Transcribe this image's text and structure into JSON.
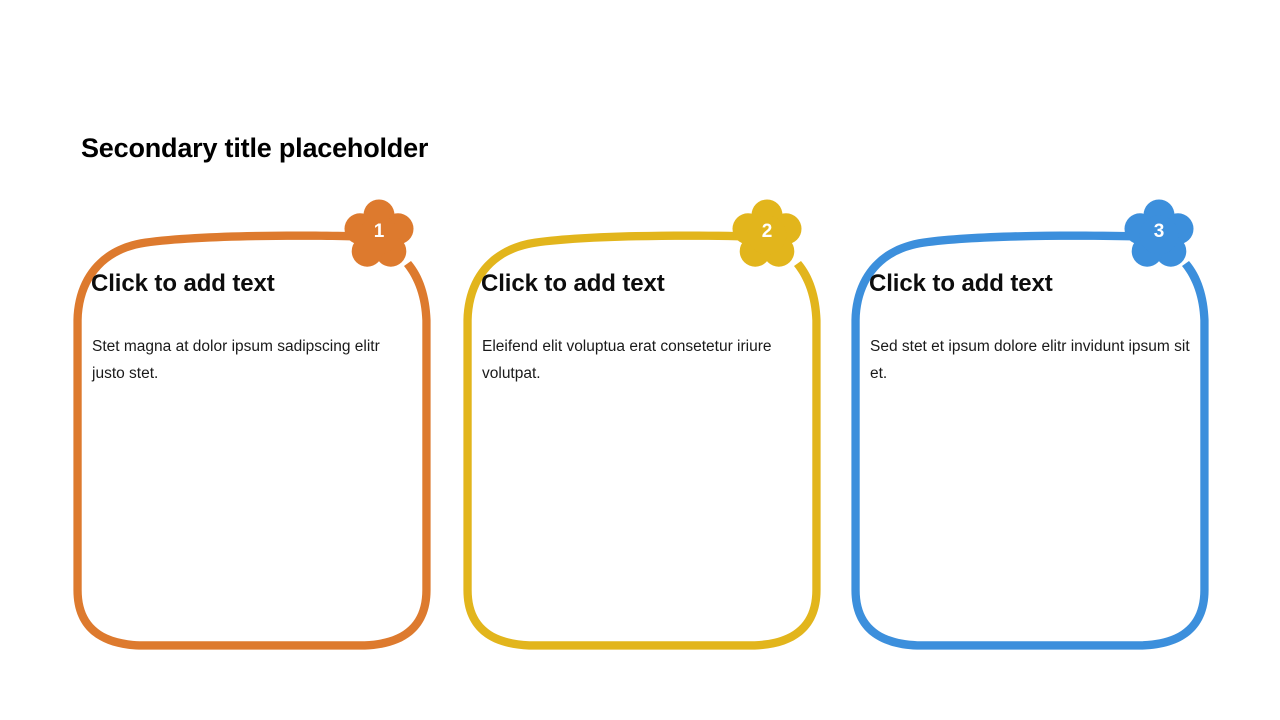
{
  "slide": {
    "title": "Secondary title placeholder",
    "background": "#FFFFFF"
  },
  "colors": {
    "orange": "#DD7A2E",
    "yellow": "#E2B51C",
    "blue": "#3C8FDC",
    "title_text": "#000000",
    "body_text": "#1A1A1A",
    "badge_text": "#FFFFFF"
  },
  "cards": [
    {
      "number": "1",
      "accent": "#DD7A2E",
      "heading": "Click to add text",
      "body": "Stet magna at dolor ipsum sadipscing elitr justo stet.",
      "badge_icon": "flower-badge-icon"
    },
    {
      "number": "2",
      "accent": "#E2B51C",
      "heading": "Click to add text",
      "body": "Eleifend elit voluptua erat consetetur iriure volutpat.",
      "badge_icon": "flower-badge-icon"
    },
    {
      "number": "3",
      "accent": "#3C8FDC",
      "heading": "Click to add text",
      "body": "Sed stet et ipsum dolore elitr invidunt ipsum sit et.",
      "badge_icon": "flower-badge-icon"
    }
  ]
}
